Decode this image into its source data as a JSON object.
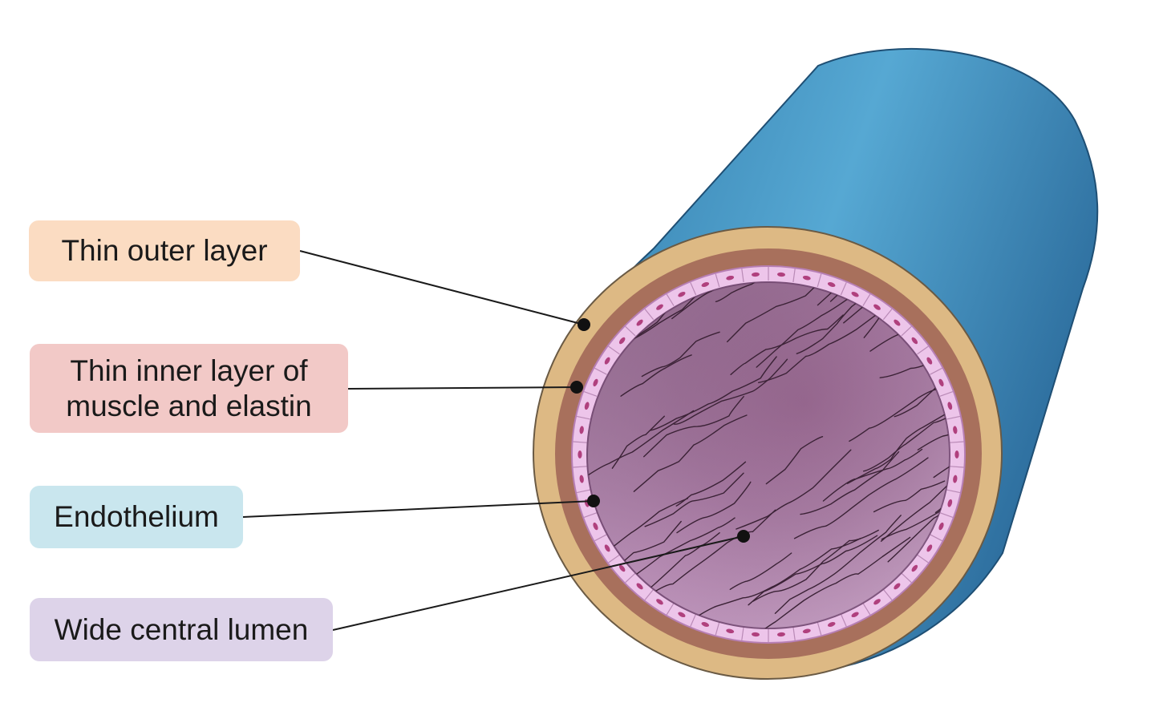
{
  "labels": {
    "outer_layer": "Thin outer layer",
    "muscle_layer_line1": "Thin inner layer of",
    "muscle_layer_line2": "muscle and elastin",
    "endothelium": "Endothelium",
    "lumen": "Wide central lumen"
  },
  "colors": {
    "vessel_outer_surface": "#3a86b8",
    "vessel_highlight": "#56a8d3",
    "outer_layer": "#ddb984",
    "muscle_layer": "#a8705c",
    "endothelium": "#e8b8e2",
    "endothelial_nuclei": "#b0407e",
    "lumen": "#b682b2",
    "label_outer_bg": "#fbdcc2",
    "label_muscle_bg": "#f2c9c7",
    "label_endo_bg": "#c9e6ee",
    "label_lumen_bg": "#ddd3e9"
  }
}
